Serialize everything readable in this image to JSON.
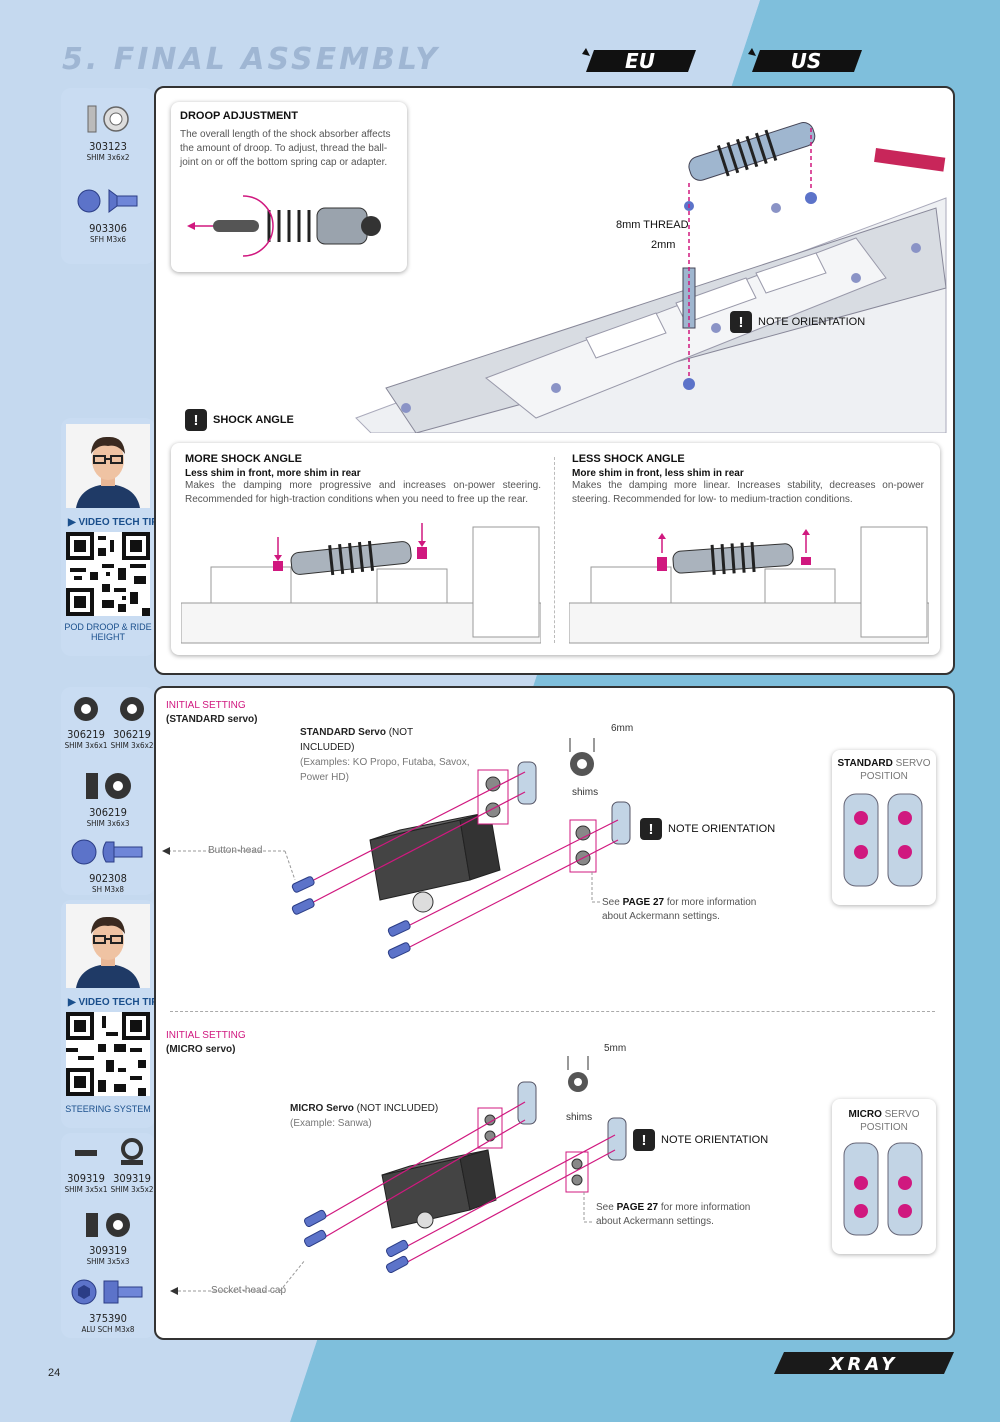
{
  "page": {
    "title": "5. FINAL ASSEMBLY",
    "badges": [
      "EU",
      "US"
    ],
    "page_number": "24",
    "brand": "XRAY"
  },
  "parts_top": [
    {
      "code": "303123",
      "desc": "SHIM 3x6x2",
      "icon": "shim-icon"
    },
    {
      "code": "903306",
      "desc": "SFH M3x6",
      "icon": "flat-head-screw-icon"
    }
  ],
  "droop": {
    "title": "DROOP ADJUSTMENT",
    "text": "The overall length of the shock absorber affects the amount of droop. To adjust, thread the ball-joint on or off the bottom spring cap or adapter."
  },
  "main_labels": {
    "thread": "8mm THREAD",
    "two_mm": "2mm",
    "note": "NOTE ORIENTATION",
    "shock_angle": "SHOCK ANGLE"
  },
  "more_shock": {
    "title": "MORE SHOCK ANGLE",
    "subtitle": "Less shim in front, more shim in rear",
    "text": "Makes the damping more progressive and increases on-power steering. Recommended for high-traction conditions when you need to free up the rear."
  },
  "less_shock": {
    "title": "LESS SHOCK ANGLE",
    "subtitle": "More shim in front, less shim in rear",
    "text": "Makes the damping more linear. Increases stability, decreases on-power steering. Recommended for low- to medium-traction conditions."
  },
  "video_tips": [
    {
      "label": "VIDEO TECH TIP",
      "caption": "POD DROOP & RIDE HEIGHT"
    },
    {
      "label": "VIDEO TECH TIP",
      "caption": "STEERING SYSTEM"
    }
  ],
  "parts_mid": [
    {
      "code": "306219",
      "desc": "SHIM 3x6x1"
    },
    {
      "code": "306219",
      "desc": "SHIM 3x6x2"
    },
    {
      "code": "306219",
      "desc": "SHIM 3x6x3"
    },
    {
      "code": "902308",
      "desc": "SH M3x8"
    }
  ],
  "parts_bottom": [
    {
      "code": "309319",
      "desc": "SHIM 3x5x1"
    },
    {
      "code": "309319",
      "desc": "SHIM 3x5x2"
    },
    {
      "code": "309319",
      "desc": "SHIM 3x5x3"
    },
    {
      "code": "375390",
      "desc": "ALU SCH M3x8"
    }
  ],
  "standard": {
    "initial": "INITIAL SETTING",
    "servo_type": "(STANDARD servo)",
    "servo_name": "STANDARD Servo",
    "not_included": " (NOT INCLUDED)",
    "examples": "(Examples:  KO Propo, Futaba, Savox, Power HD)",
    "screw_label": "Button-head",
    "dimension": "6mm",
    "shims": "shims",
    "note": "NOTE ORIENTATION",
    "see_pre": "See ",
    "see_page": "PAGE 27",
    "see_post": " for more information about Ackermann settings.",
    "pos_title_a": "STANDARD",
    "pos_title_b": " SERVO POSITION"
  },
  "micro": {
    "initial": "INITIAL SETTING",
    "servo_type": "(MICRO servo)",
    "servo_name": "MICRO Servo",
    "not_included": " (NOT INCLUDED)",
    "examples": "(Example: Sanwa)",
    "screw_label": "Socket-head cap",
    "dimension": "5mm",
    "shims": "shims",
    "note": "NOTE ORIENTATION",
    "see_pre": "See ",
    "see_page": "PAGE 27",
    "see_post": " for more information about Ackermann settings.",
    "pos_title_a": "MICRO",
    "pos_title_b": " SERVO POSITION"
  },
  "colors": {
    "accent": "#d0187f",
    "sidebar": "#c9dcf2",
    "page_left": "#c5d9ef",
    "page_right": "#7fbfdc"
  }
}
